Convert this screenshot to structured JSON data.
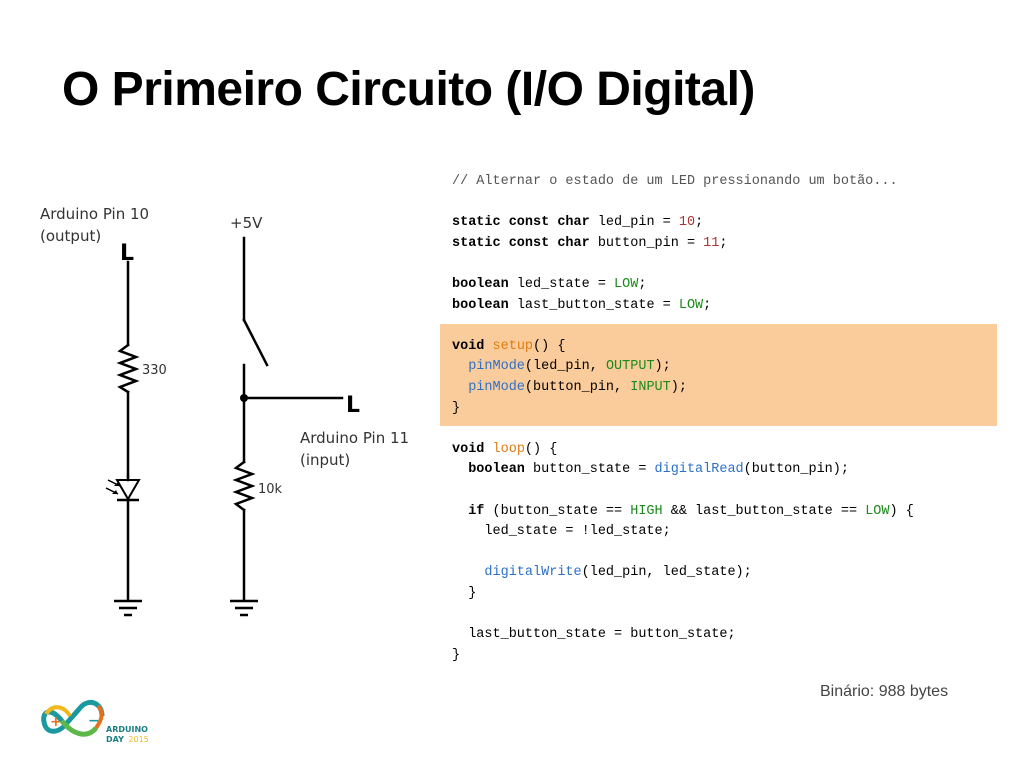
{
  "slide": {
    "title": "O Primeiro Circuito (I/O Digital)",
    "binary_size": "Binário: 988 bytes"
  },
  "schematic": {
    "pin10_line1": "Arduino Pin 10",
    "pin10_line2": "(output)",
    "pin11_line1": "Arduino Pin 11",
    "pin11_line2": "(input)",
    "level_left": "L",
    "level_right": "L",
    "supply": "+5V",
    "r1_value": "330",
    "r2_value": "10k"
  },
  "code": {
    "lines": [
      [
        {
          "t": "// Alternar o estado de um LED pressionando um botão...",
          "c": "cm"
        }
      ],
      [],
      [
        {
          "t": "static const char",
          "c": "kw"
        },
        {
          "t": " led_pin = "
        },
        {
          "t": "10",
          "c": "num"
        },
        {
          "t": ";"
        }
      ],
      [
        {
          "t": "static const char",
          "c": "kw"
        },
        {
          "t": " button_pin = "
        },
        {
          "t": "11",
          "c": "num"
        },
        {
          "t": ";"
        }
      ],
      [],
      [
        {
          "t": "boolean",
          "c": "kw"
        },
        {
          "t": " led_state = "
        },
        {
          "t": "LOW",
          "c": "const"
        },
        {
          "t": ";"
        }
      ],
      [
        {
          "t": "boolean",
          "c": "kw"
        },
        {
          "t": " last_button_state = "
        },
        {
          "t": "LOW",
          "c": "const"
        },
        {
          "t": ";"
        }
      ],
      [],
      [
        {
          "t": "void",
          "c": "kw"
        },
        {
          "t": " "
        },
        {
          "t": "setup",
          "c": "fnd"
        },
        {
          "t": "() {"
        }
      ],
      [
        {
          "t": "  "
        },
        {
          "t": "pinMode",
          "c": "fn"
        },
        {
          "t": "(led_pin, "
        },
        {
          "t": "OUTPUT",
          "c": "const"
        },
        {
          "t": ");"
        }
      ],
      [
        {
          "t": "  "
        },
        {
          "t": "pinMode",
          "c": "fn"
        },
        {
          "t": "(button_pin, "
        },
        {
          "t": "INPUT",
          "c": "const"
        },
        {
          "t": ");"
        }
      ],
      [
        {
          "t": "}"
        }
      ],
      [],
      [
        {
          "t": "void",
          "c": "kw"
        },
        {
          "t": " "
        },
        {
          "t": "loop",
          "c": "fnd"
        },
        {
          "t": "() {"
        }
      ],
      [
        {
          "t": "  "
        },
        {
          "t": "boolean",
          "c": "kw"
        },
        {
          "t": " button_state = "
        },
        {
          "t": "digitalRead",
          "c": "fn"
        },
        {
          "t": "(button_pin);"
        }
      ],
      [],
      [
        {
          "t": "  "
        },
        {
          "t": "if",
          "c": "kw"
        },
        {
          "t": " (button_state == "
        },
        {
          "t": "HIGH",
          "c": "const"
        },
        {
          "t": " && last_button_state == "
        },
        {
          "t": "LOW",
          "c": "const"
        },
        {
          "t": ") {"
        }
      ],
      [
        {
          "t": "    led_state = !led_state;"
        }
      ],
      [],
      [
        {
          "t": "    "
        },
        {
          "t": "digitalWrite",
          "c": "fn"
        },
        {
          "t": "(led_pin, led_state);"
        }
      ],
      [
        {
          "t": "  }"
        }
      ],
      [],
      [
        {
          "t": "  last_button_state = button_state;"
        }
      ],
      [
        {
          "t": "}"
        }
      ]
    ]
  },
  "logo": {
    "line1": "ARDUINO",
    "line2_a": "DAY",
    "line2_b": "2015",
    "colors": {
      "teal": "#1a9aa0",
      "yellow": "#f1b820",
      "green": "#5cb848",
      "orange": "#e6701c"
    }
  },
  "colors": {
    "highlight": "#fbcc9b",
    "keyword": "#000000",
    "number": "#aa3333",
    "constant": "#1a8a1a",
    "function_def": "#e07b10",
    "function_call": "#2c70c7"
  }
}
